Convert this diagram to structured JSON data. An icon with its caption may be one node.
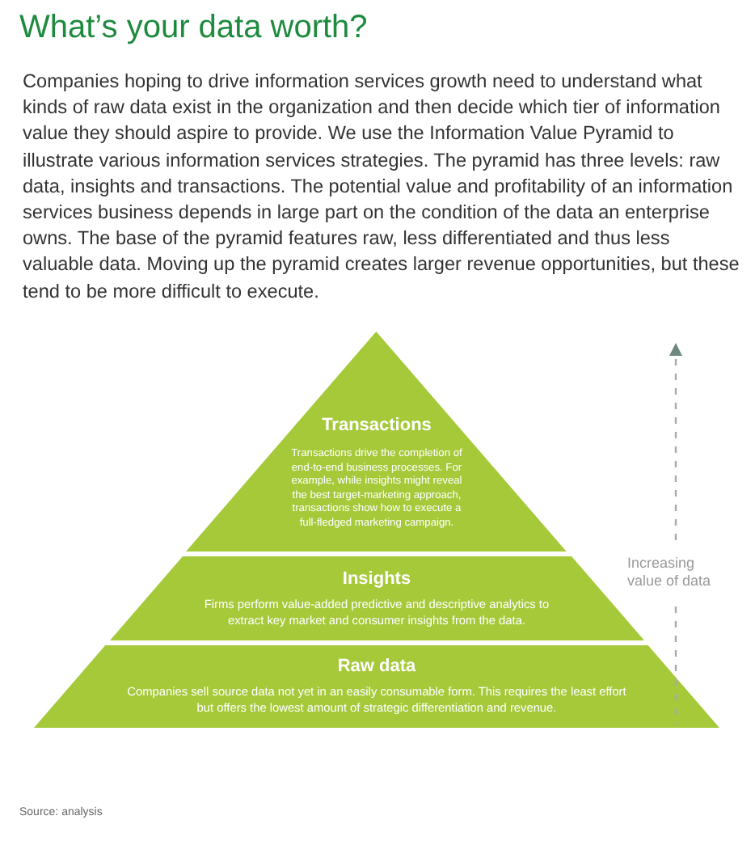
{
  "diagram": {
    "title": "What’s your data worth?",
    "caption": "Source: analysis",
    "nodes": [
      {
        "text": [
          "Transactions",
          "Transactions drive the completion of end-to-end business processes. For example, while insights might reveal the best target-marketing approach, transactions show how to execute a full-fledged marketing campaign."
        ]
      },
      {
        "text": [
          "Insights",
          "Firms perform value-added predictive and descriptive analytics to extract key market and consumer insights from the data."
        ]
      },
      {
        "text": [
          "Raw data",
          "Companies sell source data not yet in an easily consumable form. This requires the least effort but offers the lowest amount of strategic differentiation and revenue."
        ]
      }
    ],
    "edges": [],
    "labels": [
      "Companies hoping to drive information services growth need to understand what kinds of raw data exist in the organization and then decide which tier of information value they should aspire to provide. We use the Information Value Pyramid to illustrate various information services strategies. The pyramid has three levels: raw data, insights and transactions. The potential value and profitability of an information services business depends in large part on the condition of the data an enterprise owns. The base of the pyramid features raw, less differentiated and thus less valuable data. Moving up the pyramid creates larger revenue opportunities, but these tend to be more difficult to execute.",
      "Increasing value of data"
    ]
  }
}
